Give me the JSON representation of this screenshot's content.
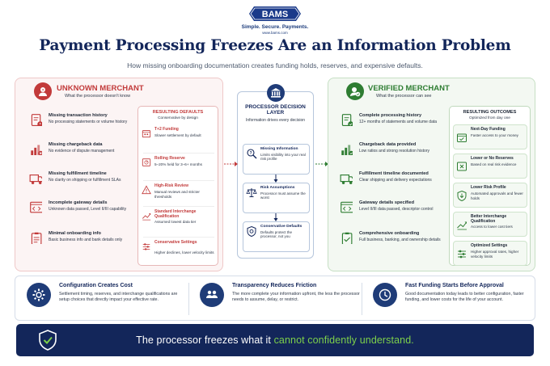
{
  "brand": {
    "logo_text": "BAMS",
    "tagline": "Simple. Secure. Payments.",
    "site": "www.bams.com"
  },
  "header": {
    "title": "Payment Processing Freezes Are an Information Problem",
    "subtitle": "How missing onboarding documentation creates funding holds, reserves, and expensive defaults."
  },
  "colors": {
    "red": "#c23a3a",
    "green": "#2e7d32",
    "navy": "#13265a",
    "accent_green": "#7dd04a"
  },
  "unknown": {
    "title": "UNKNOWN MERCHANT",
    "subtitle": "What the processor doesn't know",
    "items": [
      {
        "icon": "document-alert-icon",
        "title": "Missing transaction history",
        "desc": "No processing statements or volume history"
      },
      {
        "icon": "chart-x-icon",
        "title": "Missing chargeback data",
        "desc": "No evidence of dispute management"
      },
      {
        "icon": "truck-icon",
        "title": "Missing fulfillment timeline",
        "desc": "No clarity on shipping or fulfillment SLAs"
      },
      {
        "icon": "code-window-icon",
        "title": "Incomplete gateway details",
        "desc": "Unknown data passed, Level II/III capability"
      },
      {
        "icon": "clipboard-icon",
        "title": "Minimal onboarding info",
        "desc": "Basic business info and bank details only"
      }
    ],
    "defaults": {
      "title": "RESULTING DEFAULTS",
      "subtitle": "Conservative by design",
      "items": [
        {
          "icon": "calendar-icon",
          "title": "T+2 Funding",
          "desc": "Slower settlement by default"
        },
        {
          "icon": "vault-icon",
          "title": "Rolling Reserve",
          "desc": "5–20% held for 3–6+ months"
        },
        {
          "icon": "warning-icon",
          "title": "High-Risk Review",
          "desc": "Manual reviews and stricter thresholds"
        },
        {
          "icon": "trend-icon",
          "title": "Standard Interchange Qualification",
          "desc": "Assumed lowest data tier"
        },
        {
          "icon": "sliders-icon",
          "title": "Conservative Settings",
          "desc": "Higher declines, lower velocity limits"
        }
      ]
    }
  },
  "processor": {
    "title": "PROCESSOR DECISION LAYER",
    "subtitle": "Information drives every decision",
    "cards": [
      {
        "icon": "magnifier-icon",
        "title": "Missing Information",
        "desc": "Limits visibility into your real risk profile"
      },
      {
        "icon": "scale-icon",
        "title": "Risk Assumptions",
        "desc": "Processor must assume the worst"
      },
      {
        "icon": "shield-gear-icon",
        "title": "Conservative Defaults",
        "desc": "Defaults protect the processor, not you"
      }
    ]
  },
  "verified": {
    "title": "VERIFIED MERCHANT",
    "subtitle": "What the processor can see",
    "items": [
      {
        "icon": "document-check-icon",
        "title": "Complete processing history",
        "desc": "12+ months of statements and volume data"
      },
      {
        "icon": "chart-check-icon",
        "title": "Chargeback data provided",
        "desc": "Low ratios and strong resolution history"
      },
      {
        "icon": "truck-icon",
        "title": "Fulfillment timeline documented",
        "desc": "Clear shipping and delivery expectations"
      },
      {
        "icon": "code-window-icon",
        "title": "Gateway details specified",
        "desc": "Level II/III data passed, descriptor control"
      },
      {
        "icon": "clipboard-check-icon",
        "title": "Comprehensive onboarding",
        "desc": "Full business, banking, and ownership details"
      }
    ],
    "outcomes": {
      "title": "RESULTING OUTCOMES",
      "subtitle": "Optimized from day one",
      "items": [
        {
          "icon": "calendar-check-icon",
          "title": "Next-Day Funding",
          "desc": "Faster access to your money"
        },
        {
          "icon": "vault-x-icon",
          "title": "Lower or No Reserves",
          "desc": "Based on real risk evidence"
        },
        {
          "icon": "shield-down-icon",
          "title": "Lower Risk Profile",
          "desc": "Automated approvals and fewer holds"
        },
        {
          "icon": "trend-up-icon",
          "title": "Better Interchange Qualification",
          "desc": "Access to lower cost tiers"
        },
        {
          "icon": "sliders-icon",
          "title": "Optimized Settings",
          "desc": "Higher approval rates, higher velocity limits"
        }
      ]
    }
  },
  "bottom": [
    {
      "icon": "gear-icon",
      "title": "Configuration Creates Cost",
      "desc": "Settlement timing, reserves, and interchange qualifications are setup choices that directly impact your effective rate."
    },
    {
      "icon": "people-shield-icon",
      "title": "Transparency Reduces Friction",
      "desc": "The more complete your information upfront, the less the processor needs to assume, delay, or restrict."
    },
    {
      "icon": "clock-icon",
      "title": "Fast Funding Starts Before Approval",
      "desc": "Good documentation today leads to better configuration, faster funding, and lower costs for the life of your account."
    }
  ],
  "banner": {
    "text_main": "The processor freezes what it ",
    "text_highlight": "cannot confidently understand."
  }
}
